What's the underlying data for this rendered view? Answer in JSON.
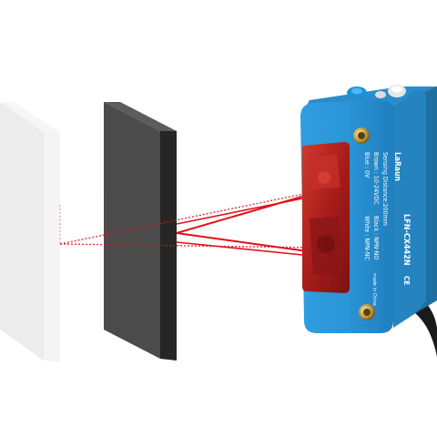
{
  "colors": {
    "background": "#ffffff",
    "white_panel": "#eeeeee",
    "white_panel_edge": "#f7f7f7",
    "gray_panel": "#4a4a4a",
    "gray_panel_edge": "#2a2a2a",
    "sensor_body": "#2b95d6",
    "sensor_body_dark": "#1f78b4",
    "lens_window": "#b0201e",
    "beam": "#e0111a",
    "cable": "#1a1a1a"
  },
  "sensor": {
    "brand": "LaRaun",
    "model": "LFN-CX442N",
    "sensing_distance": "Sensing Distance:200mm",
    "brown": "Brown : 10-24VDC",
    "blue": "Blue   : 0V",
    "black": "Black : NPN-NO",
    "white": "White : NPN-NC",
    "ce_mark": "CE",
    "origin": "made in China"
  },
  "icons": {
    "screw": "screw-icon",
    "led": "indicator-led-icon",
    "potentiometer": "adjust-knob-icon"
  }
}
